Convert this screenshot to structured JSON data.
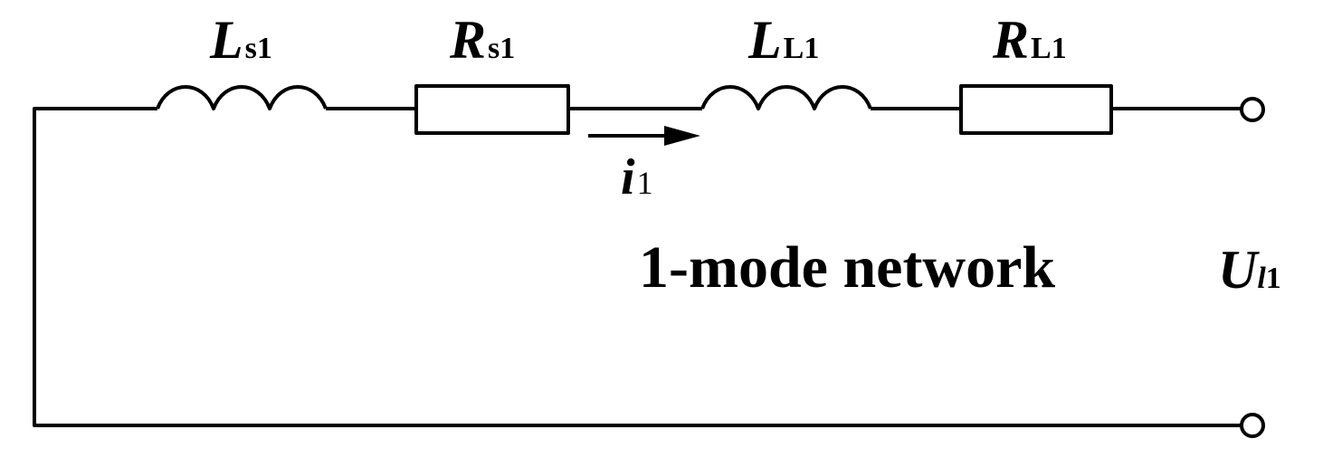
{
  "components": {
    "ls1": {
      "main": "L",
      "sub": "s1"
    },
    "rs1": {
      "main": "R",
      "sub": "s1"
    },
    "ll1": {
      "main": "L",
      "sub": "L1"
    },
    "rl1": {
      "main": "R",
      "sub": "L1"
    }
  },
  "current": {
    "main": "i",
    "sub": "1"
  },
  "network_label": "1-mode network",
  "terminal_voltage": {
    "main": "U",
    "sub_italic": "l",
    "sub": "1"
  }
}
